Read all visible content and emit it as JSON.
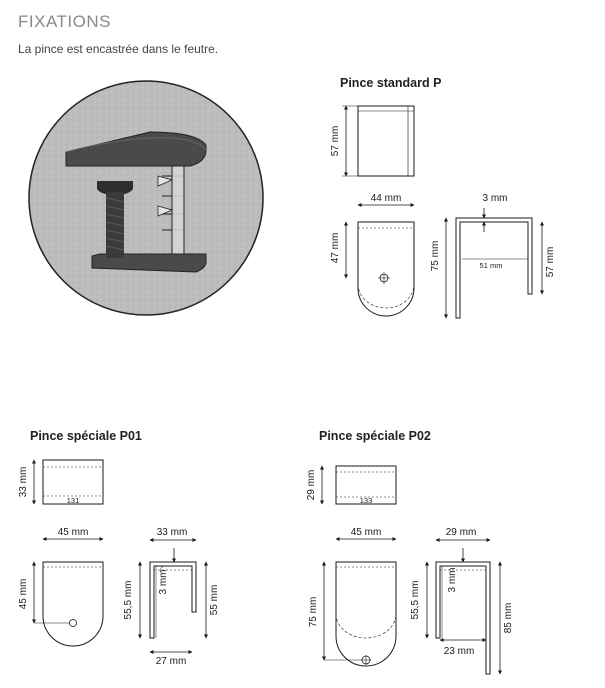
{
  "header": {
    "title": "FIXATIONS",
    "subtitle": "La pince est encastrée dans le feutre."
  },
  "standard": {
    "title": "Pince standard P",
    "front_height": "57 mm",
    "width": "44 mm",
    "hole_height": "47 mm",
    "thickness": "3 mm",
    "side_height": "75 mm",
    "inner_width": "51 mm",
    "leg_height": "57 mm"
  },
  "p01": {
    "title": "Pince spéciale P01",
    "front_height": "33 mm",
    "front_label": "131",
    "width": "45 mm",
    "hole_height": "45 mm",
    "top_width": "33 mm",
    "thickness": "3 mm",
    "side_height": "55,5 mm",
    "leg_height": "55 mm",
    "bottom_width": "27 mm"
  },
  "p02": {
    "title": "Pince spéciale P02",
    "front_height": "29 mm",
    "front_label": "133",
    "width": "45 mm",
    "hole_height": "75 mm",
    "top_width": "29 mm",
    "thickness": "3 mm",
    "side_height": "55,5 mm",
    "leg_height": "85 mm",
    "bottom_width": "23 mm"
  },
  "colors": {
    "felt": "#bdbdbb",
    "metal_dark": "#3c3c3c",
    "outline": "#1a1a1a"
  }
}
